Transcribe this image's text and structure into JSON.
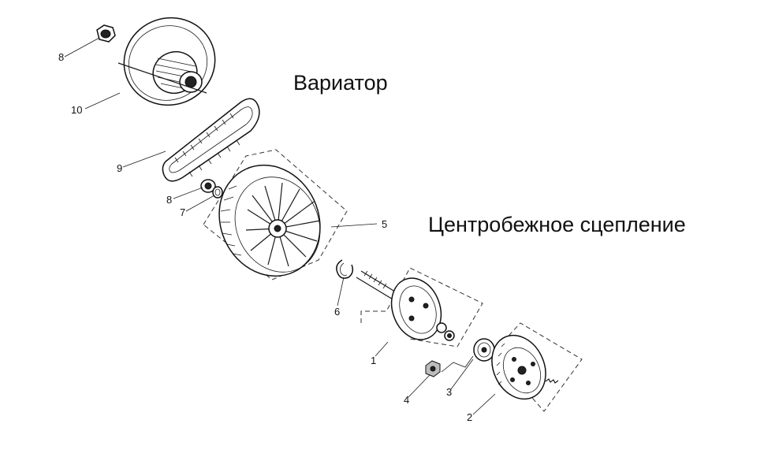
{
  "headings": {
    "variator": "Вариатор",
    "clutch": "Центробежное сцепление"
  },
  "callouts": {
    "c1": "1",
    "c2": "2",
    "c3": "3",
    "c4": "4",
    "c5": "5",
    "c6": "6",
    "c7": "7",
    "c8_top": "8",
    "c8_mid": "8",
    "c9": "9",
    "c10": "10"
  }
}
